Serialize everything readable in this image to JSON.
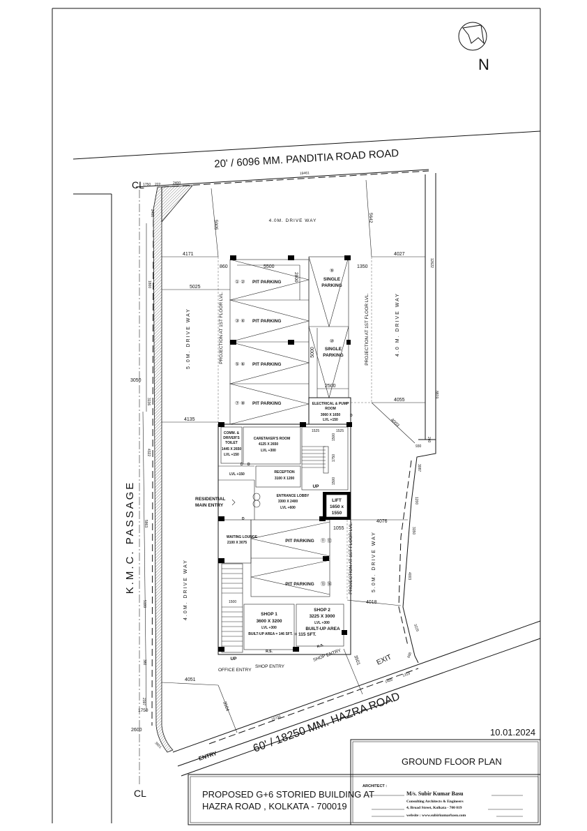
{
  "north": {
    "label": "N"
  },
  "roads": {
    "top": "20' / 6096 MM. PANDITIA ROAD ROAD",
    "bottom": "60' / 18250 MM. HAZRA ROAD",
    "left": "K.M.C. PASSAGE",
    "cl": "CL"
  },
  "driveways": {
    "top": "4.0M. DRIVE WAY",
    "left_upper": "5.0M. DRIVE WAY",
    "left_lower": "4.0M. DRIVE WAY",
    "right_upper": "4.0 M. DRIVE WAY",
    "right_lower": "5.0M. DRIVE WAY"
  },
  "projection": "PROJECTION AT 1ST FLOOR LVL.",
  "parking": {
    "p12": {
      "nums": "① ②",
      "label": "PIT PARKING"
    },
    "p34": {
      "nums": "③ ④",
      "label": "PIT PARKING"
    },
    "p56": {
      "nums": "⑤ ⑥",
      "label": "PIT PARKING"
    },
    "p78": {
      "nums": "⑦ ⑧",
      "label": "PIT PARKING"
    },
    "p9": {
      "num": "⑨",
      "line1": "SINGLE",
      "line2": "PARKING"
    },
    "p10": {
      "num": "⑩",
      "line1": "SINGLE",
      "line2": "PARKING"
    },
    "p1112": {
      "label": "PIT PARKING",
      "nums": "⑪ ⑫"
    },
    "p1314": {
      "label": "PIT PARKING",
      "nums": "⑬ ⑭"
    }
  },
  "rooms": {
    "electrical": {
      "name1": "ELECTRICAL & PUMP",
      "name2": "ROOM",
      "size": "3060 X 1650",
      "lvl": "LVL +150"
    },
    "toilet": {
      "name1": "COMM. &",
      "name2": "DRIVER'S",
      "name3": "TOILET",
      "size": "1445 X 2650",
      "lvl": "LVL +150"
    },
    "caretaker": {
      "name": "CARETAKER'S ROOM",
      "size": "4125 X 2650",
      "lvl": "LVL +300"
    },
    "passage_lvl": "LVL +150",
    "reception": {
      "name": "RECEPTION",
      "size": "3100 X 1200"
    },
    "lobby": {
      "name": "ENTRANCE LOBBY",
      "size": "3300 X 2400",
      "lvl": "LVL +600"
    },
    "lift": {
      "name": "LIFT",
      "size1": "1650 x",
      "size2": "1550"
    },
    "waiting": {
      "name": "WAITING LOUNGE",
      "size": "2100 X 3075"
    },
    "shop1": {
      "name": "SHOP 1",
      "size": "3600 X 3200",
      "lvl": "LVL +300",
      "area": "BUILT-UP AREA = 146 SFT."
    },
    "shop2": {
      "name": "SHOP 2",
      "size": "3225 X 3000",
      "lvl": "LVL +300",
      "area1": "BUILT-UP AREA",
      "area2": "= 115 SFT."
    },
    "rs": "R.S.",
    "rs2": "R.S."
  },
  "labels": {
    "residential_entry1": "RESIDENTIAL",
    "residential_entry2": "MAIN ENTRY",
    "up": "UP",
    "up2": "UP",
    "door": "D",
    "office_entry": "OFFICE ENTRY",
    "shop_entry": "SHOP ENTRY",
    "shop_entry2": "SHOP ENTRY",
    "exit": "EXIT",
    "entry": "ENTRY"
  },
  "dimensions": {
    "d1750": "1750",
    "d222": "222",
    "d2400": "2400",
    "d19461": "19461",
    "d2400v": "2400",
    "d5005": "5005",
    "d5642": "5642",
    "d4171": "4171",
    "d4027": "4027",
    "d860": "860",
    "d5500": "5500",
    "d2800": "2800",
    "d1350": "1350",
    "d12622": "12622",
    "d5025": "5025",
    "d1800": "1800",
    "d5000": "5000",
    "d2500": "2500",
    "d3050": "3050",
    "d3136": "3136",
    "d4135": "4135",
    "d4055": "4055",
    "d4003": "4003",
    "d8819": "8819",
    "d930": "930",
    "d240": "240",
    "d1525a": "1525",
    "d1525b": "1525",
    "d1500a": "1500",
    "d1750b": "1750",
    "d1500b": "1500",
    "d4322": "4322",
    "d3087": "3087",
    "d1200": "1200",
    "d5863": "5863",
    "d4076": "4076",
    "d3150": "3150",
    "d1055": "1055",
    "d4003b": "4003",
    "d5199": "5199",
    "d4018": "4018",
    "d1500c": "1500",
    "d3225": "3225",
    "d3501": "3501",
    "d380": "380",
    "d600": "600",
    "d4051": "4051",
    "d1405": "1405",
    "d1319": "1319",
    "d2397": "2397",
    "d1750c": "1750",
    "d3504": "3504",
    "d15730": "15730",
    "d2600": "2600",
    "d3651": "3651"
  },
  "title_block": {
    "date": "10.01.2024",
    "drawing_title": "GROUND FLOOR PLAN",
    "project_line1": "PROPOSED G+6 STORIED BUILDING AT",
    "project_line2": "HAZRA ROAD , KOLKATA - 700019",
    "architect_label": "ARCHITECT :",
    "firm": "M/s. Subir Kumar Basu",
    "firm_sub": "Consulting Architects & Engineers",
    "address": "4, Broad Street, Kolkata - 700 019",
    "website": "website : www.subirkumarbasu.com"
  }
}
